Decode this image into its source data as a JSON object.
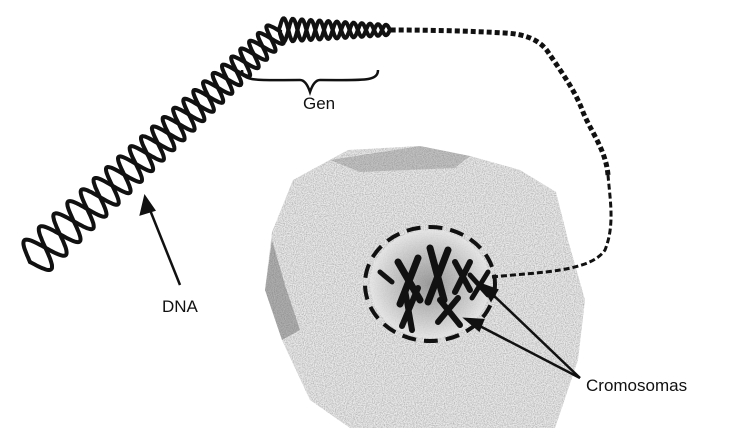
{
  "labels": {
    "gene": "Gen",
    "dna": "DNA",
    "chromosomes": "Cromosomas"
  },
  "colors": {
    "ink": "#111111",
    "cell_texture": "#9a9a9a",
    "cell_dark": "#555555",
    "background": "#ffffff"
  }
}
